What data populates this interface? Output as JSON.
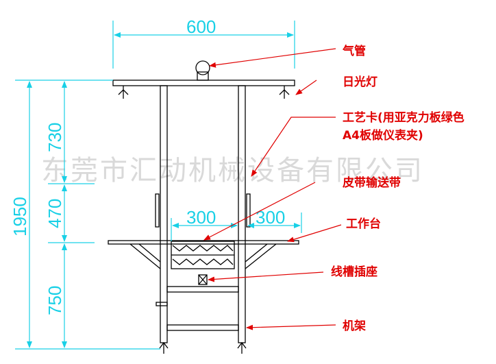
{
  "watermark": "东莞市汇动机械设备有限公司",
  "dimensions": {
    "top_width": "600",
    "total_height": "1950",
    "upper_height": "730",
    "middle_height": "470",
    "lower_height": "750",
    "left_offset": "300",
    "right_offset": "300"
  },
  "labels": {
    "air_pipe": "气管",
    "fluorescent_lamp": "日光灯",
    "process_card_line1": "工艺卡(用亚克力板绿色",
    "process_card_line2": "A4板做仪表夹)",
    "conveyor_belt": "皮带输送带",
    "workbench": "工作台",
    "trunking_socket": "线槽插座",
    "frame": "机架"
  },
  "colors": {
    "dimension": "#19d0e6",
    "label": "#e00000",
    "drawing": "#000000",
    "watermark": "#d9d9d9"
  }
}
